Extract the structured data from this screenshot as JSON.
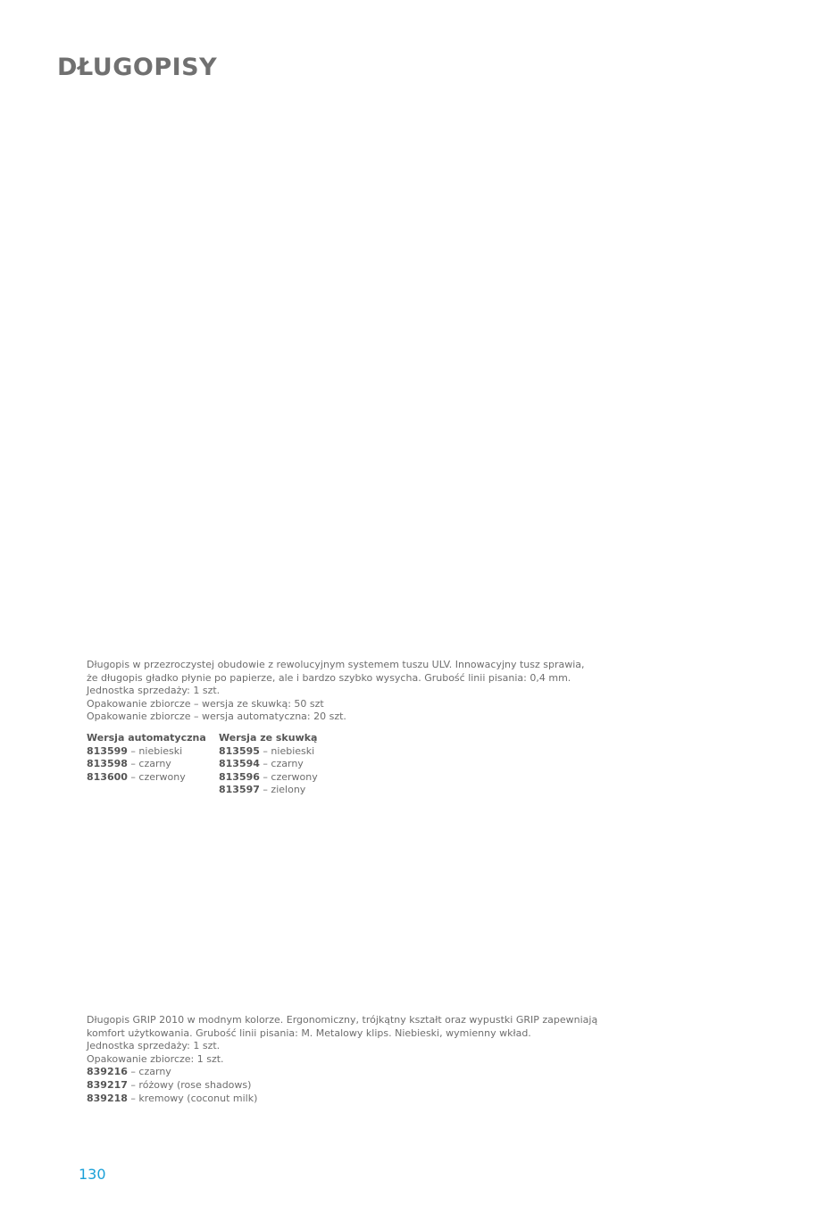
{
  "title": "DŁUGOPISY",
  "product1": {
    "description_lines": [
      "Długopis w przezroczystej obudowie z rewolucyjnym systemem tuszu ULV. Innowacyjny tusz sprawia,",
      "że długopis gładko płynie po papierze, ale i bardzo szybko wysycha. Grubość linii pisania: 0,4 mm.",
      "Jednostka sprzedaży: 1 szt.",
      "Opakowanie zbiorcze – wersja ze skuwką: 50 szt",
      "Opakowanie zbiorcze – wersja automatyczna: 20 szt."
    ],
    "variants": [
      {
        "heading": "Wersja automatyczna",
        "items": [
          {
            "code": "813599",
            "color": " – niebieski"
          },
          {
            "code": "813598",
            "color": " – czarny"
          },
          {
            "code": "813600",
            "color": " – czerwony"
          }
        ]
      },
      {
        "heading": "Wersja ze skuwką",
        "items": [
          {
            "code": "813595",
            "color": " – niebieski"
          },
          {
            "code": "813594",
            "color": " – czarny"
          },
          {
            "code": "813596",
            "color": " – czerwony"
          },
          {
            "code": "813597",
            "color": " – zielony"
          }
        ]
      }
    ]
  },
  "product2": {
    "description_lines": [
      "Długopis GRIP 2010 w modnym kolorze. Ergonomiczny, trójkątny kształt oraz wypustki GRIP zapewniają",
      "komfort użytkowania. Grubość linii pisania: M. Metalowy klips. Niebieski, wymienny wkład.",
      "Jednostka sprzedaży: 1 szt.",
      "Opakowanie zbiorcze: 1 szt."
    ],
    "items": [
      {
        "code": "839216",
        "color": " – czarny"
      },
      {
        "code": "839217",
        "color": " – różowy (rose shadows)"
      },
      {
        "code": "839218",
        "color": " – kremowy (coconut milk)"
      }
    ]
  },
  "page_number": "130",
  "colors": {
    "text": "#6e6e6e",
    "accent": "#1aa0d8"
  }
}
